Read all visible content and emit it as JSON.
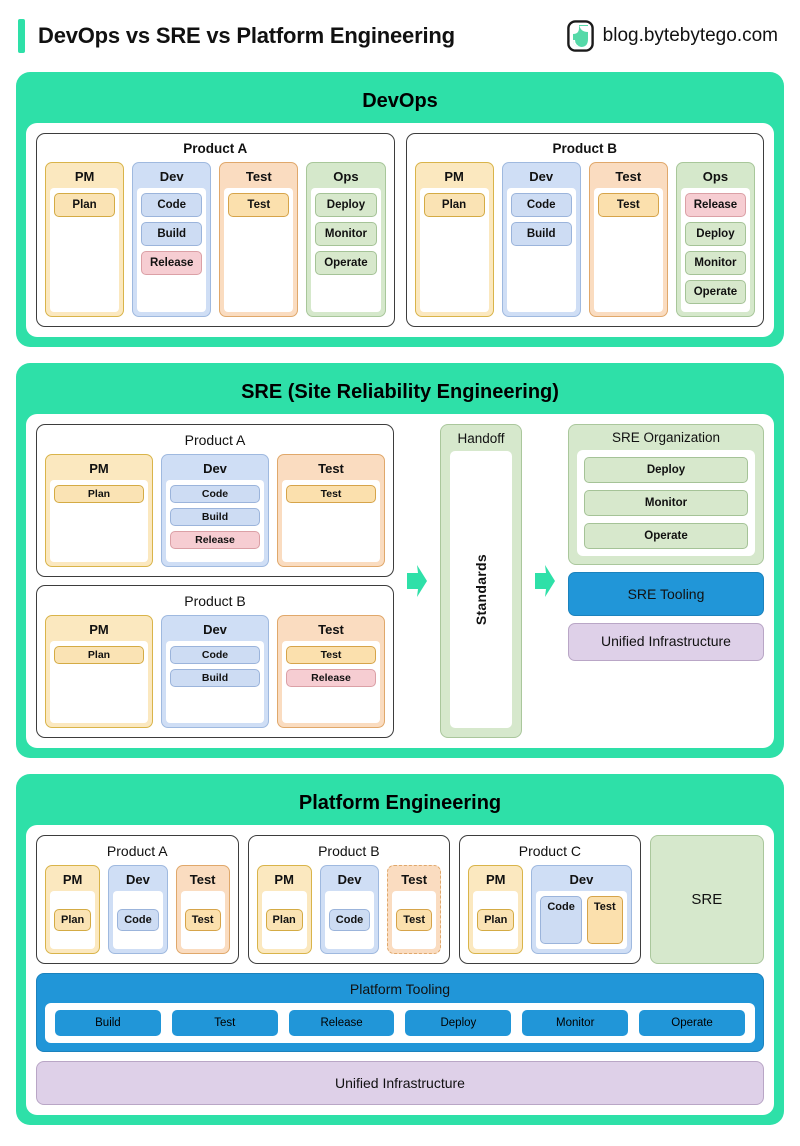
{
  "header": {
    "title": "DevOps vs SRE vs Platform Engineering",
    "brand_text": "blog.bytebytego.com",
    "logo_icon": "bytebytego-logo-icon",
    "accent_color": "#2ee0a8"
  },
  "colors": {
    "teal": "#2ee0a8",
    "blue": "#2196d8",
    "lavender": "#ded0e8",
    "green": "#d6e8cc",
    "yellow": "#fbe8bf",
    "dev_blue": "#cfdef5",
    "test_orange": "#fadcc0",
    "release_red": "#f6cdd2"
  },
  "sections": {
    "devops": {
      "title": "DevOps",
      "products": [
        {
          "name": "Product A",
          "roles": [
            {
              "title": "PM",
              "type": "pm",
              "items": [
                "Plan"
              ]
            },
            {
              "title": "Dev",
              "type": "dev",
              "items": [
                "Code",
                "Build",
                "Release"
              ]
            },
            {
              "title": "Test",
              "type": "test",
              "items": [
                "Test"
              ]
            },
            {
              "title": "Ops",
              "type": "ops",
              "items": [
                "Deploy",
                "Monitor",
                "Operate"
              ]
            }
          ]
        },
        {
          "name": "Product B",
          "roles": [
            {
              "title": "PM",
              "type": "pm",
              "items": [
                "Plan"
              ]
            },
            {
              "title": "Dev",
              "type": "dev",
              "items": [
                "Code",
                "Build"
              ]
            },
            {
              "title": "Test",
              "type": "test",
              "items": [
                "Test"
              ]
            },
            {
              "title": "Ops",
              "type": "ops",
              "items": [
                "Release",
                "Deploy",
                "Monitor",
                "Operate"
              ]
            }
          ]
        }
      ]
    },
    "sre": {
      "title": "SRE (Site Reliability Engineering)",
      "products": [
        {
          "name": "Product A",
          "roles": [
            {
              "title": "PM",
              "type": "pm",
              "items": [
                "Plan"
              ]
            },
            {
              "title": "Dev",
              "type": "dev",
              "items": [
                "Code",
                "Build",
                "Release"
              ]
            },
            {
              "title": "Test",
              "type": "test",
              "items": [
                "Test"
              ]
            }
          ]
        },
        {
          "name": "Product B",
          "roles": [
            {
              "title": "PM",
              "type": "pm",
              "items": [
                "Plan"
              ]
            },
            {
              "title": "Dev",
              "type": "dev",
              "items": [
                "Code",
                "Build"
              ]
            },
            {
              "title": "Test",
              "type": "test",
              "items": [
                "Test",
                "Release"
              ]
            }
          ]
        }
      ],
      "handoff": {
        "title": "Handoff",
        "standards_label": "Standards"
      },
      "organization": {
        "title": "SRE Organization",
        "items": [
          "Deploy",
          "Monitor",
          "Operate"
        ]
      },
      "tooling_label": "SRE Tooling",
      "unified_infrastructure_label": "Unified Infrastructure"
    },
    "platform": {
      "title": "Platform Engineering",
      "products": [
        {
          "name": "Product A",
          "roles": [
            {
              "title": "PM",
              "type": "pm",
              "items": [
                "Plan"
              ]
            },
            {
              "title": "Dev",
              "type": "dev",
              "items": [
                "Code"
              ]
            },
            {
              "title": "Test",
              "type": "test",
              "items": [
                "Test"
              ]
            }
          ]
        },
        {
          "name": "Product B",
          "roles": [
            {
              "title": "PM",
              "type": "pm",
              "items": [
                "Plan"
              ]
            },
            {
              "title": "Dev",
              "type": "dev",
              "items": [
                "Code"
              ]
            },
            {
              "title": "Test",
              "type": "test",
              "items": [
                "Test"
              ],
              "dashed": true
            }
          ]
        },
        {
          "name": "Product C",
          "roles": [
            {
              "title": "PM",
              "type": "pm",
              "items": [
                "Plan"
              ]
            },
            {
              "title": "Dev",
              "type": "dev",
              "items": [
                "Code",
                "Test"
              ],
              "row": true
            }
          ]
        }
      ],
      "sre_label": "SRE",
      "tooling": {
        "title": "Platform Tooling",
        "items": [
          "Build",
          "Test",
          "Release",
          "Deploy",
          "Monitor",
          "Operate"
        ]
      },
      "unified_infrastructure_label": "Unified Infrastructure"
    }
  }
}
